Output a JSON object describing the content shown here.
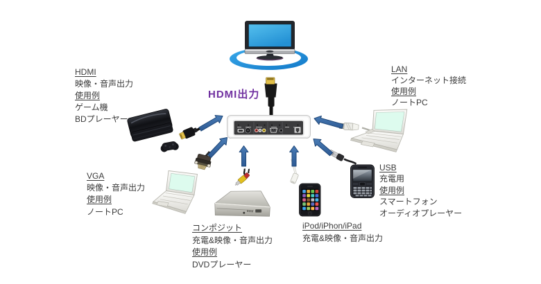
{
  "title": {
    "text": "HDMI出力",
    "color": "#7030a0"
  },
  "labels": {
    "hdmi": {
      "heading": "HDMI",
      "desc": "映像・音声出力",
      "usage_label": "使用例",
      "examples": [
        "ゲーム機",
        "BDプレーヤー"
      ]
    },
    "lan": {
      "heading": "LAN",
      "desc": "インターネット接続",
      "usage_label": "使用例",
      "examples": [
        "ノートPC"
      ]
    },
    "vga": {
      "heading": "VGA",
      "desc": "映像・音声出力",
      "usage_label": "使用例",
      "examples": [
        "ノートPC"
      ]
    },
    "composite": {
      "heading": "コンポジット",
      "desc": "充電&映像・音声出力",
      "usage_label": "使用例",
      "examples": [
        "DVDプレーヤー"
      ]
    },
    "iphone": {
      "heading": "iPod/iPhon/iPad",
      "desc": "充電&映像・音声出力"
    },
    "usb": {
      "heading": "USB",
      "desc": "充電用",
      "usage_label": "使用例",
      "examples": [
        "スマートフォン",
        "オーディオプレーヤー"
      ]
    }
  },
  "colors": {
    "arrow": "#35679f",
    "title": "#7030a0",
    "text": "#3a3a3a",
    "tv_screen": "#2b9de0",
    "ring": "#1a87d3"
  },
  "illustrations": [
    "tv-icon",
    "tv-stand-ring-icon",
    "hdmi-cable-tv-icon",
    "connection-panel-icon",
    "game-console-icon",
    "game-controller-icon",
    "hdmi-plug-icon",
    "vga-plug-icon",
    "laptop-left-icon",
    "laptop-right-icon",
    "dvd-player-icon",
    "composite-cable-icon",
    "dock-cable-icon",
    "iphone-icon",
    "usb-cable-icon",
    "blackberry-icon",
    "lan-cable-icon",
    "arrow-hdmi-icon",
    "arrow-vga-icon",
    "arrow-composite-icon",
    "arrow-iphone-icon",
    "arrow-usb-icon",
    "arrow-lan-icon"
  ]
}
